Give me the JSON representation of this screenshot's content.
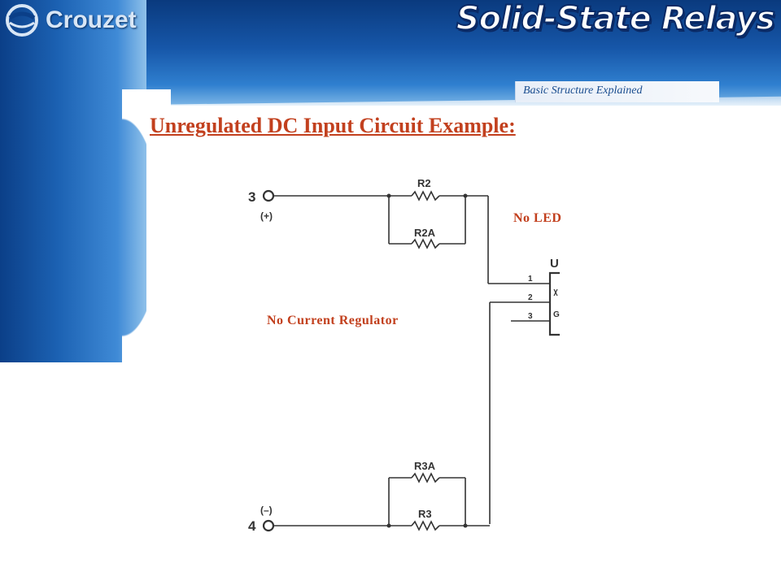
{
  "header": {
    "logo_text": "Crouzet",
    "title": "Solid-State Relays",
    "subtitle": "Basic Structure Explained"
  },
  "content": {
    "heading": "Unregulated DC Input Circuit Example:",
    "annotations": {
      "no_led": "No LED",
      "no_regulator": "No Current Regulator"
    }
  },
  "schematic": {
    "terminal_pos": {
      "number": "3",
      "polarity": "(+)"
    },
    "terminal_neg": {
      "number": "4",
      "polarity": "(–)"
    },
    "resistors": {
      "r2": "R2",
      "r2a": "R2A",
      "r3a": "R3A",
      "r3": "R3"
    },
    "ic": {
      "label": "U",
      "pin1": "1",
      "pin2": "2",
      "pin3": "3",
      "partial_mark": "G"
    }
  },
  "colors": {
    "accent": "#c2401e",
    "brand_blue": "#1656a8"
  }
}
